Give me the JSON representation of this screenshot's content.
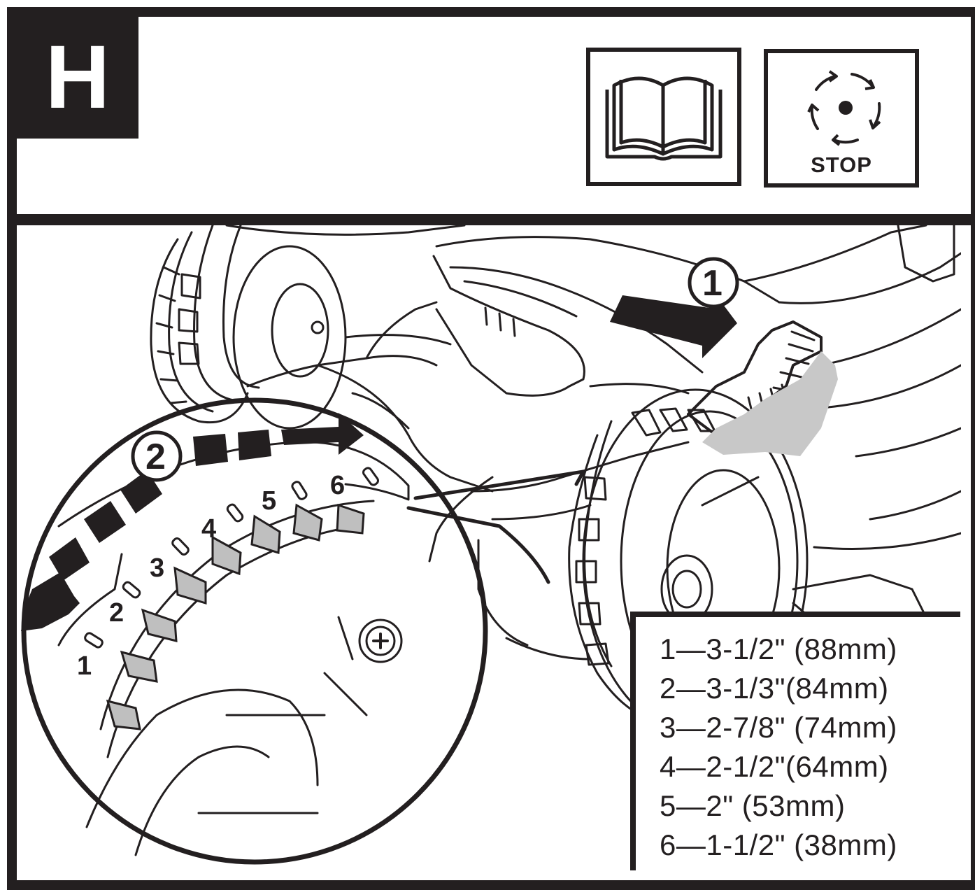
{
  "step": {
    "label": "H"
  },
  "icons": {
    "manual": "read-manual-icon",
    "stop": {
      "name": "stop-blade-icon",
      "label": "STOP"
    }
  },
  "callouts": {
    "one": "1",
    "two": "2"
  },
  "dial": {
    "positions": [
      "1",
      "2",
      "3",
      "4",
      "5",
      "6"
    ]
  },
  "legend": {
    "items": [
      "1—3-1/2\" (88mm)",
      "2—3-1/3\"(84mm)",
      "3—2-7/8\" (74mm)",
      "4—2-1/2\"(64mm)",
      "5—2\" (53mm)",
      "6—1-1/2\" (38mm)"
    ]
  },
  "colors": {
    "ink": "#231f20",
    "lever": "#c8c8c8",
    "background": "#ffffff"
  }
}
